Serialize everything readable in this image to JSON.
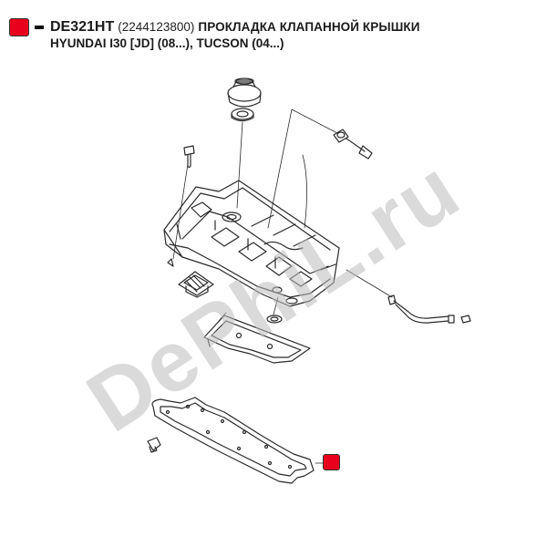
{
  "header": {
    "code": "DE321HT",
    "part_number": "(2244123800)",
    "title": "ПРОКЛАДКА КЛАПАННОЙ КРЫШКИ",
    "applicability": "HYUNDAI I30 [JD] (08...), TUCSON (04...)"
  },
  "watermark": {
    "text": "DePhiL.ru"
  },
  "colors": {
    "badge": "#e8001c",
    "line": "#2a2a2a",
    "watermark": "#bdbdbd"
  },
  "icons": {
    "badge": "red-square-icon",
    "marker": "red-square-icon"
  }
}
